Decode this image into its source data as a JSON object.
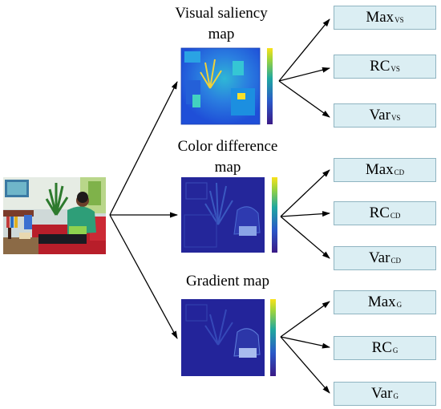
{
  "maps": {
    "saliency": {
      "title_line1": "Visual saliency",
      "title_line2": "map"
    },
    "color": {
      "title_line1": "Color difference",
      "title_line2": "map"
    },
    "gradient": {
      "title": "Gradient map"
    }
  },
  "features": {
    "vs": [
      {
        "main": "Max",
        "sub": "VS"
      },
      {
        "main": "RC",
        "sub": "VS"
      },
      {
        "main": "Var",
        "sub": "VS"
      }
    ],
    "cd": [
      {
        "main": "Max",
        "sub": "CD"
      },
      {
        "main": "RC",
        "sub": "CD"
      },
      {
        "main": "Var",
        "sub": "CD"
      }
    ],
    "g": [
      {
        "main": "Max",
        "sub": "G"
      },
      {
        "main": "RC",
        "sub": "G"
      },
      {
        "main": "Var",
        "sub": "G"
      }
    ]
  },
  "colors": {
    "box_fill": "#dbeef3",
    "box_border": "#8fb4c1",
    "saliency_base": "#1f4fd8",
    "map_base": "#23259a",
    "colorbar_top": "#f9e21b",
    "colorbar_mid": "#1fa7a0",
    "colorbar_bottom": "#3a1a86"
  }
}
